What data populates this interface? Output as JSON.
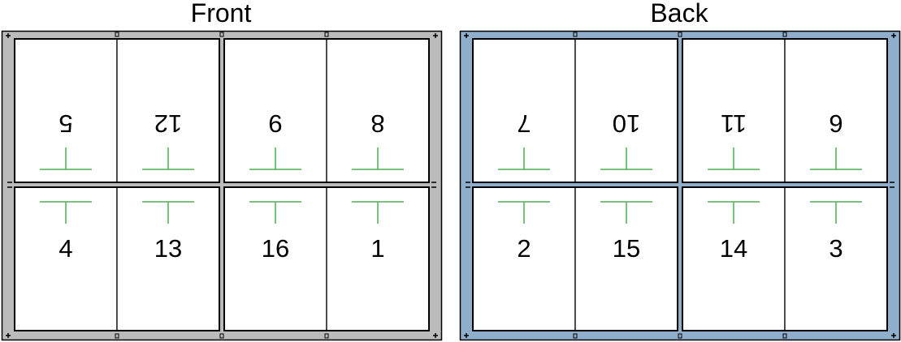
{
  "colors": {
    "front_border": "#bbbbbb",
    "back_border": "#8eaecb",
    "page_fill": "#ffffff",
    "outline": "#000000",
    "fold_mark": "#4caf50"
  },
  "sheets": [
    {
      "id": "front",
      "title": "Front",
      "border_color": "#bbbbbb",
      "rows": [
        [
          {
            "number": "5",
            "rotated": true
          },
          {
            "number": "12",
            "rotated": true
          },
          {
            "number": "9",
            "rotated": true
          },
          {
            "number": "8",
            "rotated": true
          }
        ],
        [
          {
            "number": "4",
            "rotated": false
          },
          {
            "number": "13",
            "rotated": false
          },
          {
            "number": "16",
            "rotated": false
          },
          {
            "number": "1",
            "rotated": false
          }
        ]
      ]
    },
    {
      "id": "back",
      "title": "Back",
      "border_color": "#8eaecb",
      "rows": [
        [
          {
            "number": "7",
            "rotated": true
          },
          {
            "number": "10",
            "rotated": true
          },
          {
            "number": "11",
            "rotated": true
          },
          {
            "number": "6",
            "rotated": true
          }
        ],
        [
          {
            "number": "2",
            "rotated": false
          },
          {
            "number": "15",
            "rotated": false
          },
          {
            "number": "14",
            "rotated": false
          },
          {
            "number": "3",
            "rotated": false
          }
        ]
      ]
    }
  ]
}
